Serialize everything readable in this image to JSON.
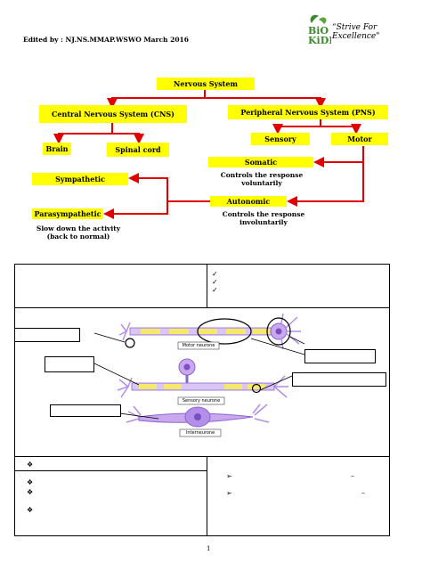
{
  "header": {
    "edited_by": "Edited by : NJ.NS.MMAP.WSWO March 2016",
    "logo_text": "Strive For Excellence\"",
    "logo_quote_open": "“"
  },
  "diagram": {
    "nervous_system": "Nervous System",
    "cns": "Central Nervous System (CNS)",
    "pns": "Peripheral Nervous System (PNS)",
    "brain": "Brain",
    "spinal_cord": "Spinal cord",
    "sensory": "Sensory",
    "motor": "Motor",
    "somatic": "Somatic",
    "somatic_desc_1": "Controls the response",
    "somatic_desc_2": "voluntarily",
    "autonomic": "Autonomic",
    "autonomic_desc_1": "Controls the response",
    "autonomic_desc_2": "involuntarily",
    "sympathetic": "Sympathetic",
    "parasympathetic": "Parasympathetic",
    "para_desc_1": "Slow down the activity",
    "para_desc_2": "(back to normal)"
  },
  "neurones": {
    "motor_label": "Motor neurone",
    "sensory_label": "Sensory neurone",
    "interneurone_label": "Interneurone"
  },
  "bullets": {
    "check": "✓",
    "diamond": "❖",
    "arrow": "➢",
    "dash": "–"
  },
  "page_number": "1",
  "colors": {
    "highlight": "#ffff00",
    "arrow": "#e00000",
    "neurone": "#b48ee8"
  }
}
